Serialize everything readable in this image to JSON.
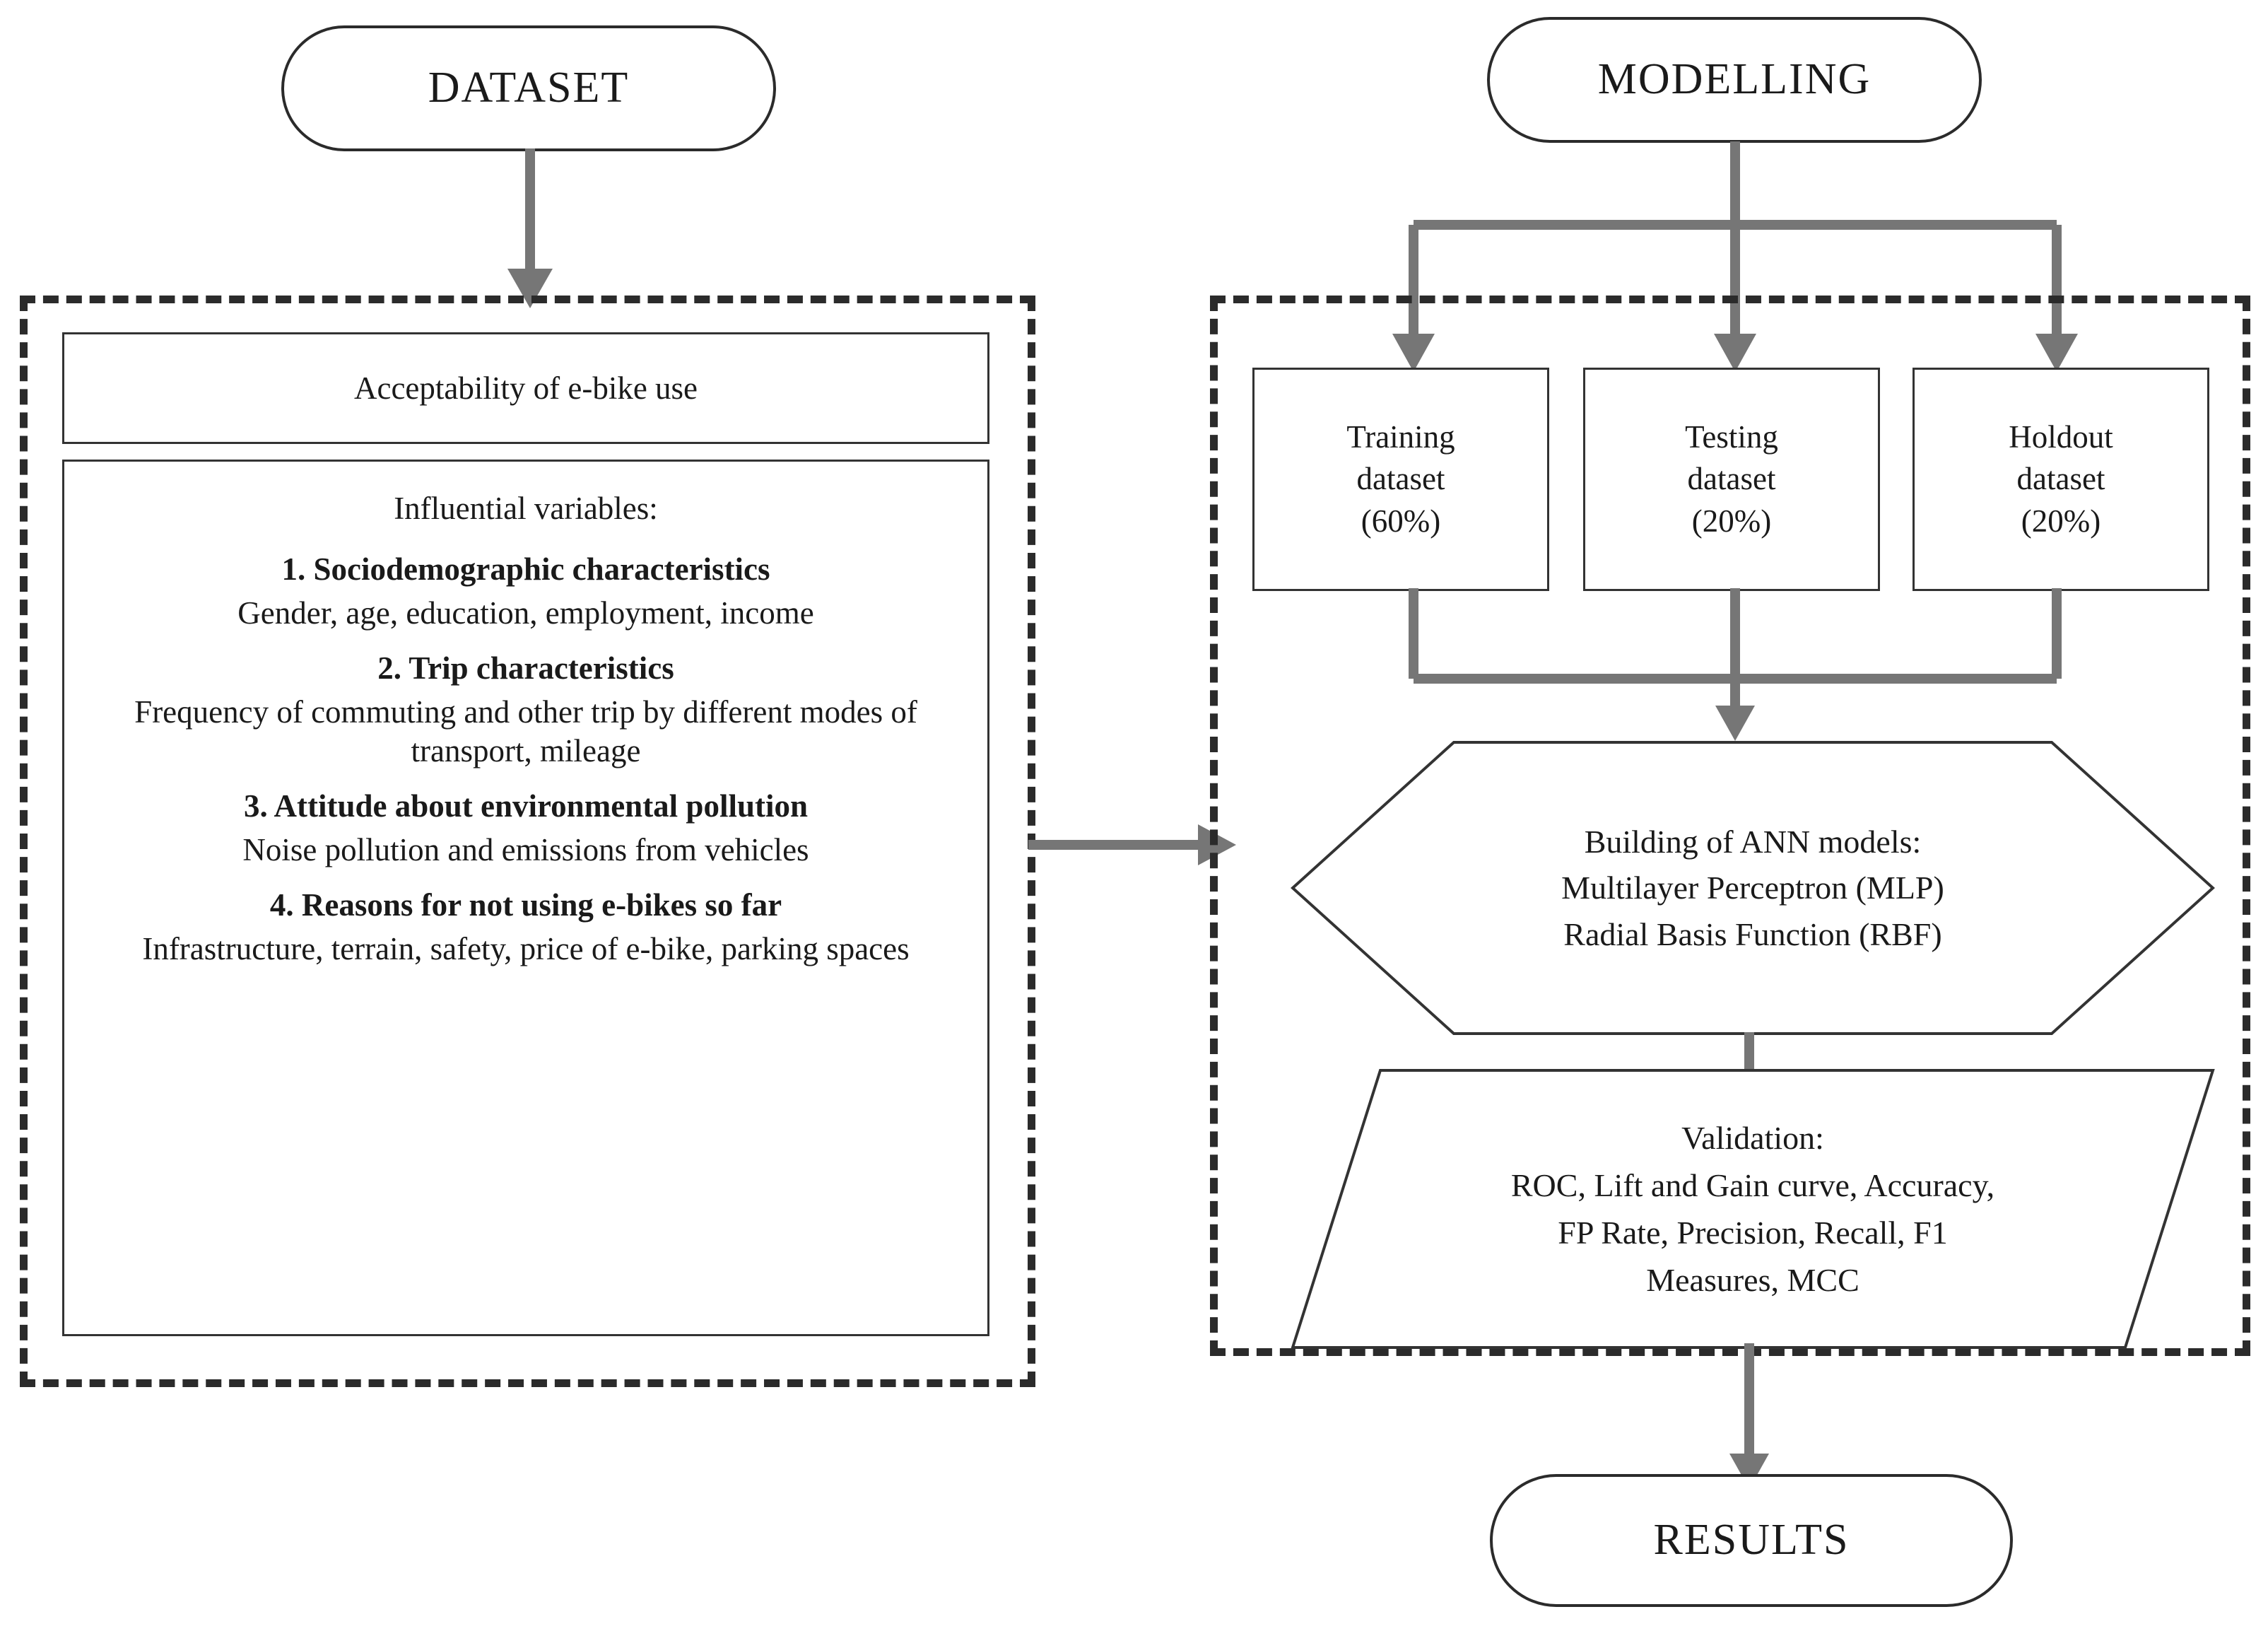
{
  "diagram": {
    "title": "Research methodology flowchart: dataset and modelling",
    "colors": {
      "node_border": "#2b2b2b",
      "box_border": "#333333",
      "group_border": "#2b2b2b",
      "arrow": "#767676",
      "background": "#ffffff",
      "text": "#1a1a1a"
    }
  },
  "dataset_branch": {
    "terminator": {
      "label": "DATASET"
    },
    "group_name": "dataset-group",
    "target_box": {
      "label": "Acceptability of e-bike use"
    },
    "variables_panel": {
      "heading": "Influential variables:",
      "blocks": [
        {
          "title": "1. Sociodemographic characteristics",
          "items": "Gender, age, education, employment, income"
        },
        {
          "title": "2. Trip characteristics",
          "items": "Frequency of commuting and other trip by different modes of transport, mileage"
        },
        {
          "title": "3. Attitude about environmental pollution",
          "items": "Noise pollution and emissions from vehicles"
        },
        {
          "title": "4. Reasons for not using e-bikes so far",
          "items": "Infrastructure, terrain, safety, price of e-bike, parking spaces"
        }
      ]
    }
  },
  "modelling_branch": {
    "terminator": {
      "label": "MODELLING"
    },
    "group_name": "modelling-group",
    "splits": [
      {
        "name": "training",
        "line1": "Training",
        "line2": "dataset",
        "line3": "(60%)"
      },
      {
        "name": "testing",
        "line1": "Testing",
        "line2": "dataset",
        "line3": "(20%)"
      },
      {
        "name": "holdout",
        "line1": "Holdout",
        "line2": "dataset",
        "line3": "(20%)"
      }
    ],
    "model_building": {
      "line1": "Building of ANN models:",
      "line2": "Multilayer Perceptron (MLP)",
      "line3": "Radial Basis Function (RBF)"
    },
    "validation": {
      "line1": "Validation:",
      "line2": "ROC, Lift and Gain curve, Accuracy,",
      "line3": "FP Rate, Precision, Recall, F1",
      "line4": "Measures, MCC"
    }
  },
  "results": {
    "terminator": {
      "label": "RESULTS"
    }
  }
}
